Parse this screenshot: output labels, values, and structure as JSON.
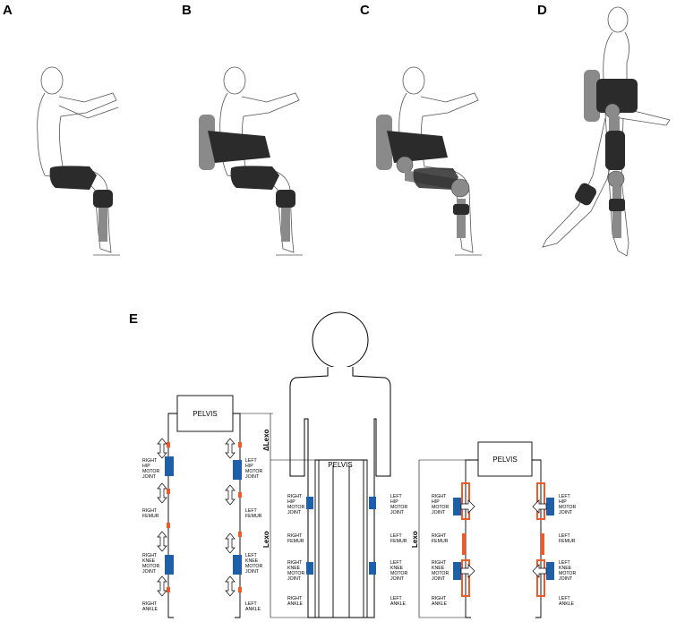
{
  "panels": {
    "a": "A",
    "b": "B",
    "c": "C",
    "d": "D",
    "e": "E"
  },
  "diagram": {
    "pelvis": "PELVIS",
    "delta_lexo": "ΔLexo",
    "lexo": "Lexo",
    "right_hip": [
      "RIGHT",
      "HIP",
      "MOTOR",
      "JOINT"
    ],
    "left_hip": [
      "LEFT",
      "HIP",
      "MOTOR",
      "JOINT"
    ],
    "right_femur": [
      "RIGHT",
      "FEMUR"
    ],
    "left_femur": [
      "LEFT",
      "FEMUR"
    ],
    "right_knee": [
      "RIGHT",
      "KNEE",
      "MOTOR",
      "JOINT"
    ],
    "left_knee": [
      "LEFT",
      "KNEE",
      "MOTOR",
      "JOINT"
    ],
    "right_ankle": [
      "RIGHT",
      "ANKLE"
    ],
    "left_ankle": [
      "LEFT",
      "ANKLE"
    ]
  },
  "colors": {
    "motor": "#1f5fa8",
    "marker": "#f05a28",
    "brace_dark": "#2b2b2b",
    "brace_gray": "#8a8a8a"
  }
}
